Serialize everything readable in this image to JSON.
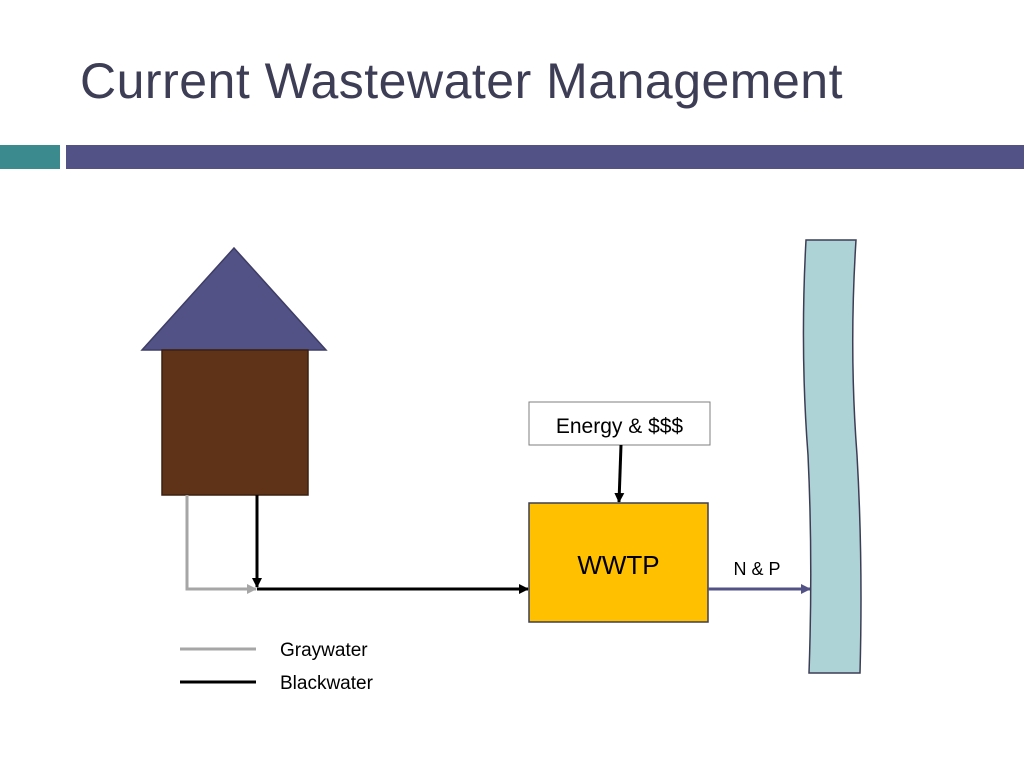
{
  "slide": {
    "title": "Current Wastewater Management"
  },
  "diagram": {
    "nodes": {
      "energy_box": "Energy & $$$",
      "wwtp": "WWTP",
      "outflow_label": "N & P"
    },
    "legend": [
      {
        "label": "Graywater",
        "color": "#a6a6a6"
      },
      {
        "label": "Blackwater",
        "color": "#000000"
      }
    ],
    "colors": {
      "roof": "#525287",
      "house_body": "#5e3317",
      "wwtp_fill": "#ffc000",
      "river_fill": "#aed3d6",
      "outflow_arrow": "#525287",
      "accent_bar": "#3a8a8e",
      "title_bar": "#525287"
    }
  }
}
